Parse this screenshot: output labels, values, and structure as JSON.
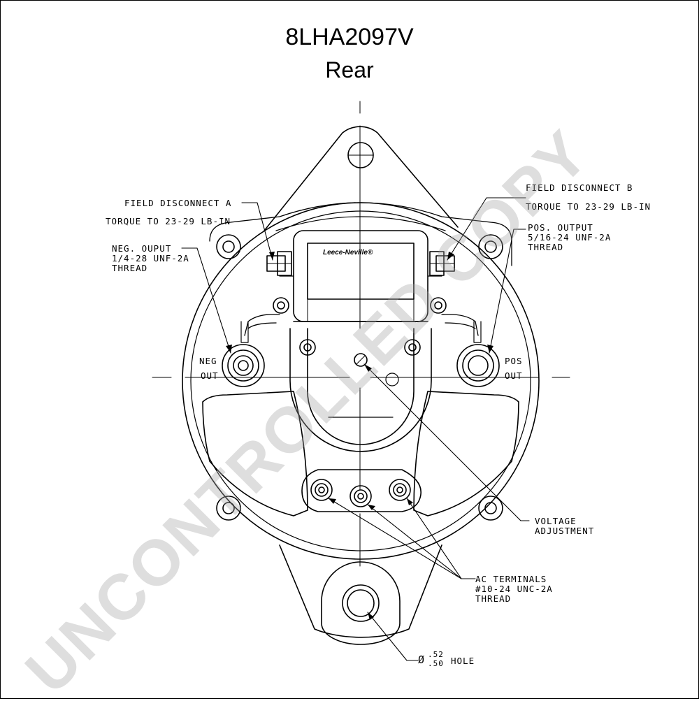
{
  "title": "8LHA2097V",
  "subtitle": "Rear",
  "watermark": "UNCONTROLLED COPY",
  "brand_logo": "Leece-Neville®",
  "labels": {
    "field_a_name": "FIELD DISCONNECT A",
    "field_a_torque": "TORQUE TO 23-29 LB-IN",
    "field_b_name": "FIELD DISCONNECT B",
    "field_b_torque": "TORQUE TO 23-29 LB-IN",
    "neg_output": [
      "NEG. OUPUT",
      "1/4-28 UNF-2A",
      "THREAD"
    ],
    "pos_output": [
      "POS. OUTPUT",
      "5/16-24 UNF-2A",
      "THREAD"
    ],
    "neg_out_tag": [
      "NEG",
      "OUT"
    ],
    "pos_out_tag": [
      "POS",
      "OUT"
    ],
    "voltage_adjustment": [
      "VOLTAGE",
      "ADJUSTMENT"
    ],
    "ac_terminals": [
      "AC TERMINALS",
      "#10-24 UNC-2A",
      "THREAD"
    ],
    "hole_symbol": "Ø",
    "hole_upper": ".52",
    "hole_lower": ".50",
    "hole_text": "HOLE"
  }
}
